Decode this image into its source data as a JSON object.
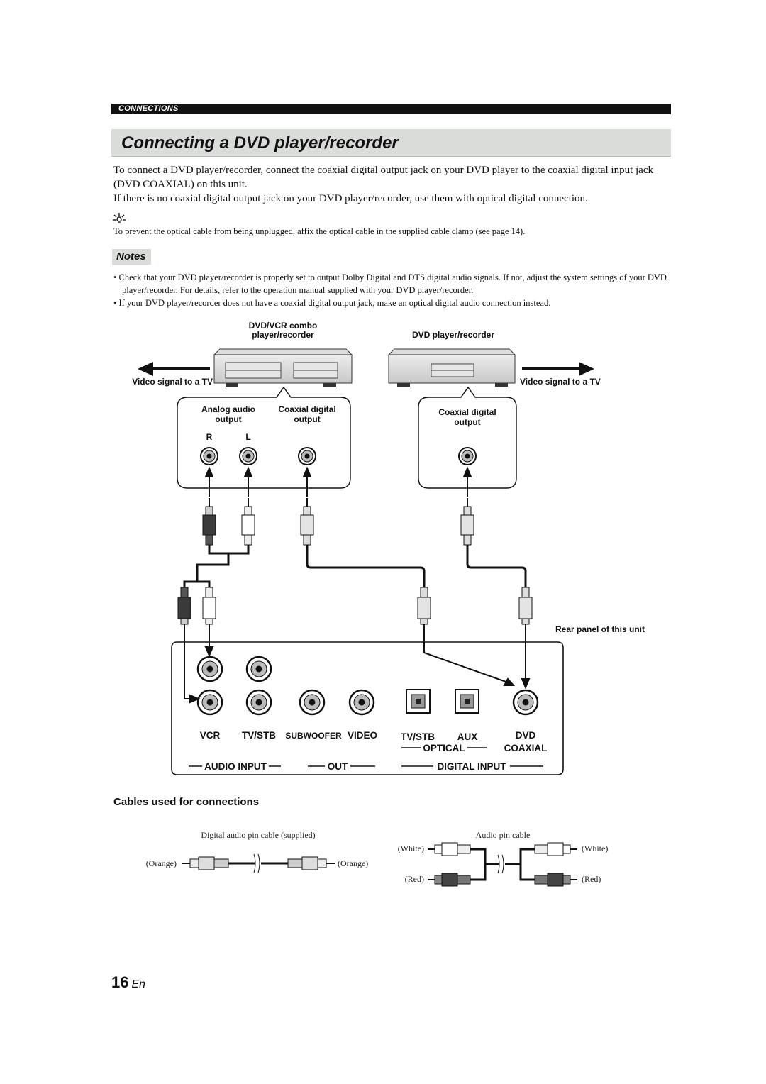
{
  "header": {
    "section_label": "CONNECTIONS"
  },
  "title": "Connecting a DVD player/recorder",
  "intro": {
    "paragraph1": "To connect a DVD player/recorder, connect the coaxial digital output jack on your DVD player to the coaxial digital input jack (DVD COAXIAL) on this unit.",
    "paragraph2": "If there is no coaxial digital output jack on your DVD player/recorder, use them with optical digital connection."
  },
  "tip": {
    "icon": "lightbulb-icon",
    "text": "To prevent the optical cable from being unplugged, affix the optical cable in the supplied cable clamp (see page 14)."
  },
  "notes": {
    "label": "Notes",
    "items": [
      "Check that your DVD player/recorder is properly set to output Dolby Digital and DTS digital audio signals. If not, adjust the system settings of your DVD player/recorder. For details, refer to the operation manual supplied with your DVD player/recorder.",
      "If your DVD player/recorder does not have a coaxial digital output jack, make an optical digital audio connection instead."
    ]
  },
  "diagram": {
    "left_device": {
      "title_line1": "DVD/VCR combo",
      "title_line2": "player/recorder"
    },
    "right_device": {
      "title": "DVD player/recorder"
    },
    "video_signal_left": "Video signal to a TV",
    "video_signal_right": "Video signal to a TV",
    "left_callout": {
      "analog_line1": "Analog audio",
      "analog_line2": "output",
      "coaxial_line1": "Coaxial digital",
      "coaxial_line2": "output",
      "r": "R",
      "l": "L"
    },
    "right_callout": {
      "coaxial_line1": "Coaxial digital",
      "coaxial_line2": "output"
    },
    "rear_panel_label": "Rear panel of this unit",
    "panel": {
      "vcr": "VCR",
      "tvstb": "TV/STB",
      "subwoofer": "SUBWOOFER",
      "video": "VIDEO",
      "optical_tvstb": "TV/STB",
      "aux": "AUX",
      "dvd": "DVD",
      "optical": "OPTICAL",
      "coaxial": "COAXIAL",
      "audio_input": "AUDIO INPUT",
      "out": "OUT",
      "digital_input": "DIGITAL INPUT"
    }
  },
  "cables": {
    "heading": "Cables used for connections",
    "digital_cable": "Digital audio pin cable (supplied)",
    "audio_cable": "Audio pin cable",
    "orange_left": "(Orange)",
    "orange_right": "(Orange)",
    "white_left": "(White)",
    "white_right": "(White)",
    "red_left": "(Red)",
    "red_right": "(Red)"
  },
  "page": {
    "number": "16",
    "lang": "En"
  }
}
